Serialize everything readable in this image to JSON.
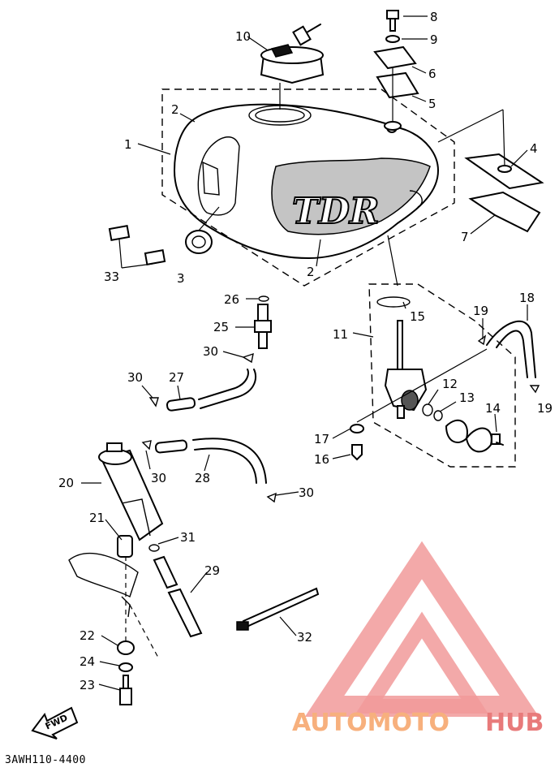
{
  "diagram_code": "3AWH110-4400",
  "fwd_label": "FWD",
  "watermark": {
    "part1": "AUTOMOTO",
    "part2": "HUB",
    "color1": "#f7b07d",
    "color2": "#e87a7a",
    "logo_color": "#f19a9a"
  },
  "part_numbers": {
    "p1": "1",
    "p2a": "2",
    "p2b": "2",
    "p3": "3",
    "p4": "4",
    "p5": "5",
    "p6": "6",
    "p7": "7",
    "p8": "8",
    "p9": "9",
    "p10": "10",
    "p11": "11",
    "p12": "12",
    "p13": "13",
    "p14": "14",
    "p15": "15",
    "p16": "16",
    "p17": "17",
    "p18": "18",
    "p19a": "19",
    "p19b": "19",
    "p20": "20",
    "p21": "21",
    "p22": "22",
    "p23": "23",
    "p24": "24",
    "p25": "25",
    "p26": "26",
    "p27": "27",
    "p28": "28",
    "p29": "29",
    "p30a": "30",
    "p30b": "30",
    "p30c": "30",
    "p30d": "30",
    "p31": "31",
    "p32": "32",
    "p33": "33"
  }
}
